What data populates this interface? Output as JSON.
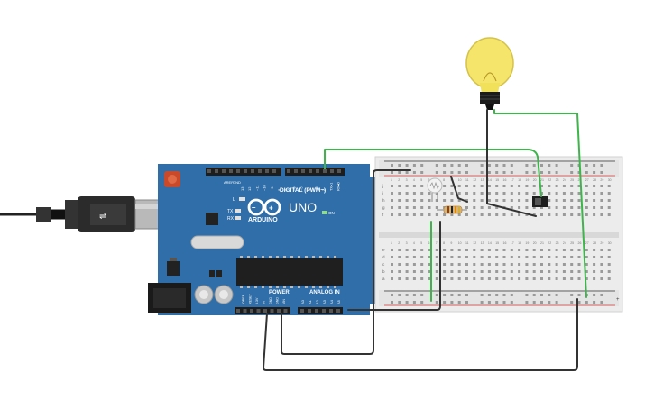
{
  "arduino": {
    "brand": "ARDUINO",
    "model": "UNO",
    "digital_header": "DIGITAL (PWM~)",
    "power_header": "POWER",
    "analog_header": "ANALOG IN",
    "on_label": "ON",
    "tx_label": "TX",
    "rx_label": "RX",
    "l_label": "L",
    "aref_label": "AREF",
    "gnd_label": "GND",
    "digital_pins": [
      "13",
      "12",
      "~11",
      "~10",
      "~9",
      "8",
      "7",
      "~6",
      "~5",
      "4",
      "~3",
      "2",
      "TX▸1",
      "RX◂0"
    ],
    "power_pins": [
      "IOREF",
      "RESET",
      "3.3V",
      "5V",
      "GND",
      "GND",
      "VIN"
    ],
    "analog_pins": [
      "A0",
      "A1",
      "A2",
      "A3",
      "A4",
      "A5"
    ]
  },
  "breadboard": {
    "row_letters_top": [
      "j",
      "i",
      "h",
      "g",
      "f"
    ],
    "row_letters_bottom": [
      "e",
      "d",
      "c",
      "b",
      "a"
    ],
    "column_numbers": [
      "1",
      "2",
      "3",
      "4",
      "5",
      "6",
      "7",
      "8",
      "9",
      "10",
      "11",
      "12",
      "13",
      "14",
      "15",
      "16",
      "17",
      "18",
      "19",
      "20",
      "21",
      "22",
      "23",
      "24",
      "25",
      "26",
      "27",
      "28",
      "29",
      "30"
    ],
    "plus": "+",
    "minus": "-"
  },
  "components": {
    "usb_cable": "usb-cable",
    "bulb": "light-bulb",
    "resistor": "resistor",
    "switch": "slide-switch",
    "photoresistor": "photoresistor"
  },
  "colors": {
    "board": "#2f6ea8",
    "board_dark": "#255a8b",
    "wire_green": "#3db54a",
    "wire_dark": "#333333",
    "breadboard": "#eeeeee",
    "bulb": "#f5e66b"
  }
}
